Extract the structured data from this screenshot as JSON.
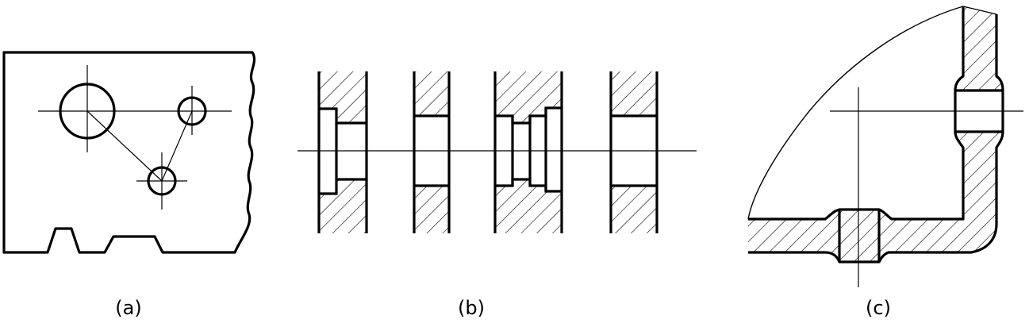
{
  "figure": {
    "panels": [
      {
        "id": "a",
        "caption": "(a)"
      },
      {
        "id": "b",
        "caption": "(b)"
      },
      {
        "id": "c",
        "caption": "(c)"
      }
    ],
    "colors": {
      "line": "#000000",
      "background": "#ffffff"
    }
  }
}
